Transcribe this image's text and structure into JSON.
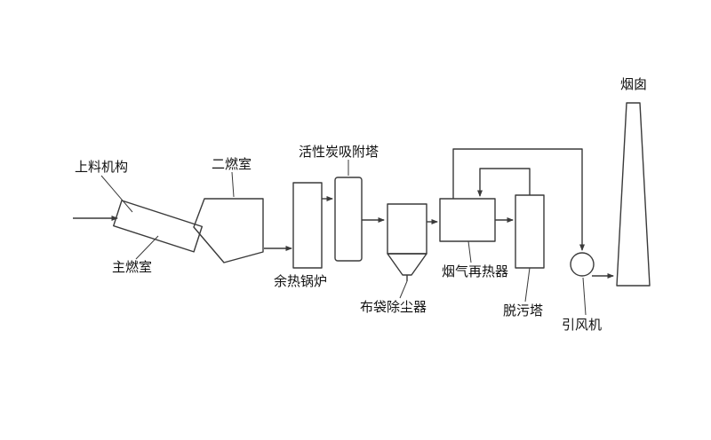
{
  "diagram": {
    "kind": "process-flow-diagram",
    "labels": {
      "feeder": "上料机构",
      "main_chamber": "主燃室",
      "secondary_chamber": "二燃室",
      "boiler": "余热锅炉",
      "carbon_tower": "活性炭吸附塔",
      "bag_filter": "布袋除尘器",
      "reheater": "烟气再热器",
      "scrubber": "脱污塔",
      "fan": "引风机",
      "chimney": "烟囱"
    },
    "colors": {
      "stroke": "#3a3a3a",
      "text": "#111111",
      "background": "#ffffff"
    }
  }
}
